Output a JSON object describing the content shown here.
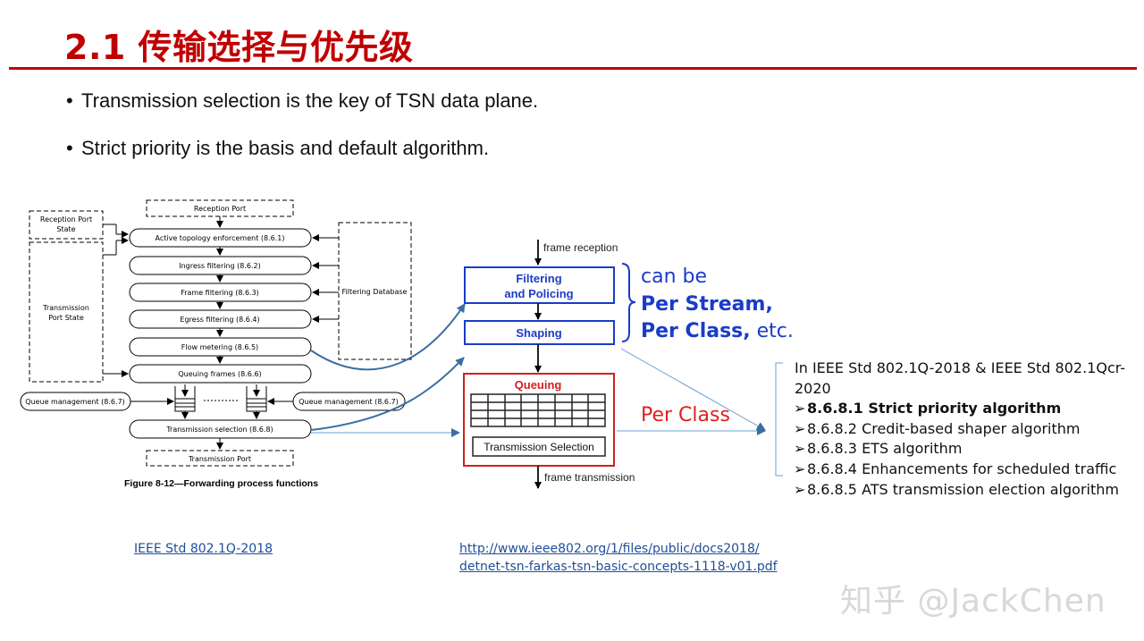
{
  "slide": {
    "title": "2.1 传输选择与优先级",
    "bullets": [
      "Transmission selection is the key of TSN data plane.",
      "Strict priority is the basis and default algorithm."
    ]
  },
  "forwarding_diagram": {
    "reception_port": "Reception Port",
    "reception_port_state": [
      "Reception Port",
      "State"
    ],
    "transmission_port_state": [
      "Transmission",
      "Port State"
    ],
    "filtering_database": "Filtering Database",
    "steps": [
      "Active topology enforcement (8.6.1)",
      "Ingress filtering (8.6.2)",
      "Frame filtering (8.6.3)",
      "Egress filtering (8.6.4)",
      "Flow metering (8.6.5)",
      "Queuing frames (8.6.6)"
    ],
    "queue_management_left": "Queue management (8.6.7)",
    "queue_management_right": "Queue management (8.6.7)",
    "transmission_selection": "Transmission selection (8.6.8)",
    "transmission_port": "Transmission Port",
    "caption": "Figure 8-12—Forwarding process functions"
  },
  "pipeline": {
    "frame_reception": "frame reception",
    "filtering_line1": "Filtering",
    "filtering_line2": "and Policing",
    "shaping": "Shaping",
    "queuing": "Queuing",
    "transmission_selection": "Transmission Selection",
    "frame_transmission": "frame transmission",
    "can_be": "can be",
    "per_stream": "Per Stream,",
    "per_class_etc_bold": "Per Class,",
    "per_class_etc_rest": " etc.",
    "per_class": "Per Class"
  },
  "algorithms": {
    "header": "In IEEE Std 802.1Q-2018 & IEEE Std 802.1Qcr-2020",
    "items": [
      "8.6.8.1 Strict priority algorithm",
      "8.6.8.2 Credit-based shaper algorithm",
      "8.6.8.3 ETS algorithm",
      "8.6.8.4 Enhancements for scheduled traffic",
      "8.6.8.5 ATS transmission election algorithm"
    ]
  },
  "links": {
    "ieee": "IEEE Std 802.1Q-2018",
    "url_line1": "http://www.ieee802.org/1/files/public/docs2018/",
    "url_line2": "detnet-tsn-farkas-tsn-basic-concepts-1118-v01.pdf"
  },
  "watermark": "知乎 @JackChen",
  "colors": {
    "title_red": "#c00000",
    "pipeline_blue": "#1a3cc8",
    "queue_red": "#d02020",
    "per_red": "#e02020",
    "arrow_blue": "#3a6ea5"
  }
}
